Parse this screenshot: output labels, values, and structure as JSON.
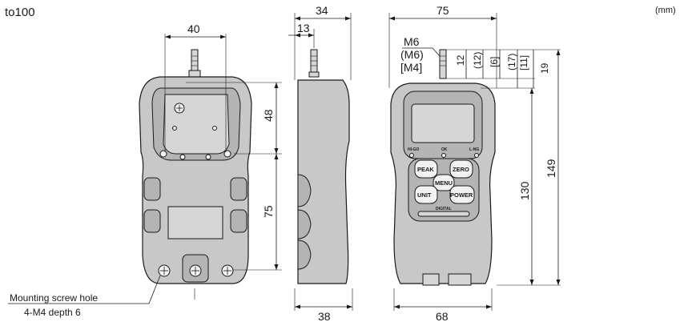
{
  "model_label": "to100",
  "unit_label": "(mm)",
  "back_view": {
    "width_top": "40",
    "height_upper": "48",
    "height_lower": "75"
  },
  "side_view": {
    "width_top": "34",
    "offset": "13",
    "width_bottom": "38"
  },
  "front_view": {
    "width_top": "75",
    "thread_1": "M6",
    "thread_2": "(M6)",
    "thread_3": "[M4]",
    "shaft_1": "12",
    "shaft_2": "(12)",
    "shaft_3": "[6]",
    "shaft_total_1": "(17)",
    "shaft_total_2": "[11]",
    "shaft_total_3": "19",
    "height_body": "130",
    "height_total": "149",
    "width_bottom": "68",
    "buttons": {
      "peak": "PEAK",
      "zero": "ZERO",
      "menu": "MENU",
      "unit": "UNIT",
      "power": "POWER"
    },
    "indicators": {
      "left": "HI-GO",
      "mid": "OK",
      "right": "L-NG",
      "bottom": "DIGITAL"
    }
  },
  "mounting_note": {
    "line1": "Mounting screw hole",
    "line2": "4-M4 depth 6"
  }
}
